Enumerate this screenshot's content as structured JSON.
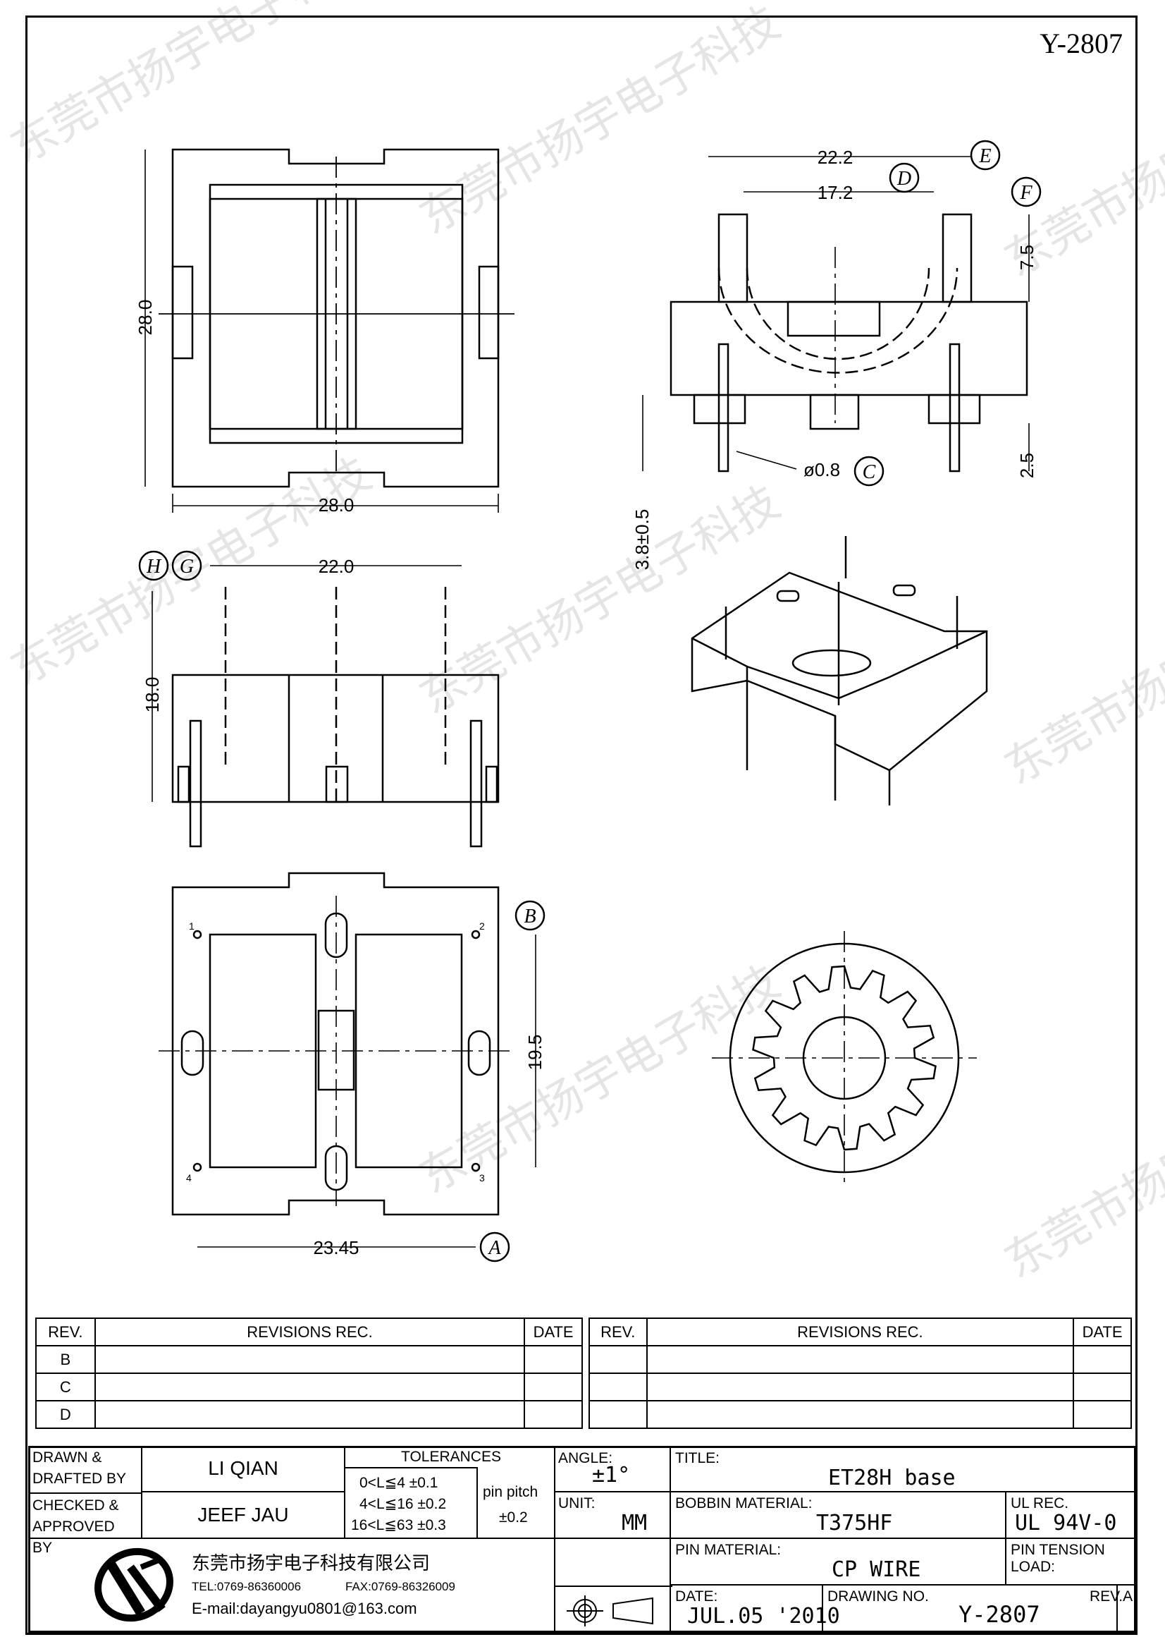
{
  "drawing_number": "Y-2807",
  "watermark_text": "东莞市扬宇电子科技",
  "dims": {
    "top_width": "28.0",
    "top_height": "28.0",
    "side_outer": "22.2",
    "side_inner": "17.2",
    "side_height": "7.5",
    "pin_dia": "ø0.8",
    "pin_len": "2.5",
    "pin_total": "3.8±0.5",
    "front_width": "22.0",
    "front_height": "18.0",
    "bottom_pitch_v": "19.5",
    "bottom_pitch_h": "23.45"
  },
  "markers": {
    "A": "A",
    "B": "B",
    "C": "C",
    "D": "D",
    "E": "E",
    "F": "F",
    "G": "G",
    "H": "H"
  },
  "pins": [
    "1",
    "2",
    "3",
    "4"
  ],
  "revisions": {
    "headers": {
      "rev": "REV.",
      "rec": "REVISIONS    REC.",
      "date": "DATE"
    },
    "rows": [
      "B",
      "C",
      "D"
    ]
  },
  "title_block": {
    "drawn_label": "DRAWN &\nDRAFTED BY",
    "drawn_value": "LI QIAN",
    "checked_label": "CHECKED &\nAPPROVED BY",
    "checked_value": "JEEF JAU",
    "tolerances_label": "TOLERANCES",
    "tol_rows": [
      "0<L≦4    ±0.1",
      "4<L≦16  ±0.2",
      "16<L≦63  ±0.3"
    ],
    "pin_pitch_label": "pin pitch",
    "pin_pitch_value": "±0.2",
    "angle_label": "ANGLE:",
    "angle_value": "±1°",
    "unit_label": "UNIT:",
    "unit_value": "MM",
    "title_label": "TITLE:",
    "title_value": "ET28H  base",
    "bobbin_label": "BOBBIN MATERIAL:",
    "bobbin_value": "T375HF",
    "ul_label": "UL REC.",
    "ul_value": "UL 94V-0",
    "pin_mat_label": "PIN MATERIAL:",
    "pin_mat_value": "CP WIRE",
    "pin_tension_label": "PIN TENSION LOAD:",
    "date_label": "DATE:",
    "date_value": "JUL.05 '2010",
    "drawing_no_label": "DRAWING NO.",
    "drawing_no_value": "Y-2807",
    "rev_label": "REV.A",
    "company": "东莞市扬宇电子科技有限公司",
    "tel": "TEL:0769-86360006",
    "fax": "FAX:0769-86326009",
    "email": "E-mail:dayangyu0801@163.com"
  }
}
